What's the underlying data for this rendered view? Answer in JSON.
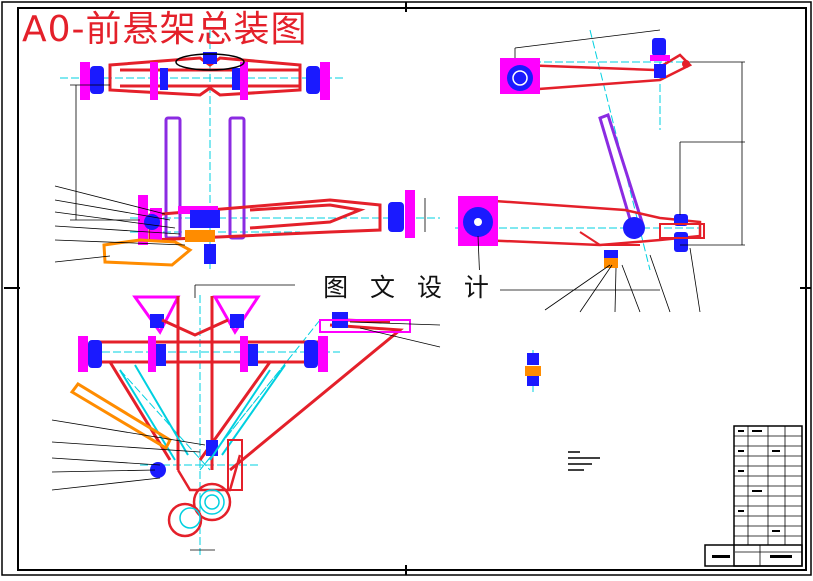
{
  "drawing": {
    "title": "A0-前悬架总装图",
    "watermark": "图 文 设 计"
  },
  "colors": {
    "frame": "#000000",
    "part_red": "#e4202a",
    "part_blue": "#1a1aff",
    "part_magenta": "#ff00ff",
    "part_purple": "#8b2be2",
    "part_orange": "#ff8c00",
    "centerline_cyan": "#00d0e0",
    "title_red": "#e4202a"
  },
  "views": [
    "front-view",
    "side-view",
    "top-view",
    "detail-view"
  ],
  "title_block": {
    "present": true
  }
}
